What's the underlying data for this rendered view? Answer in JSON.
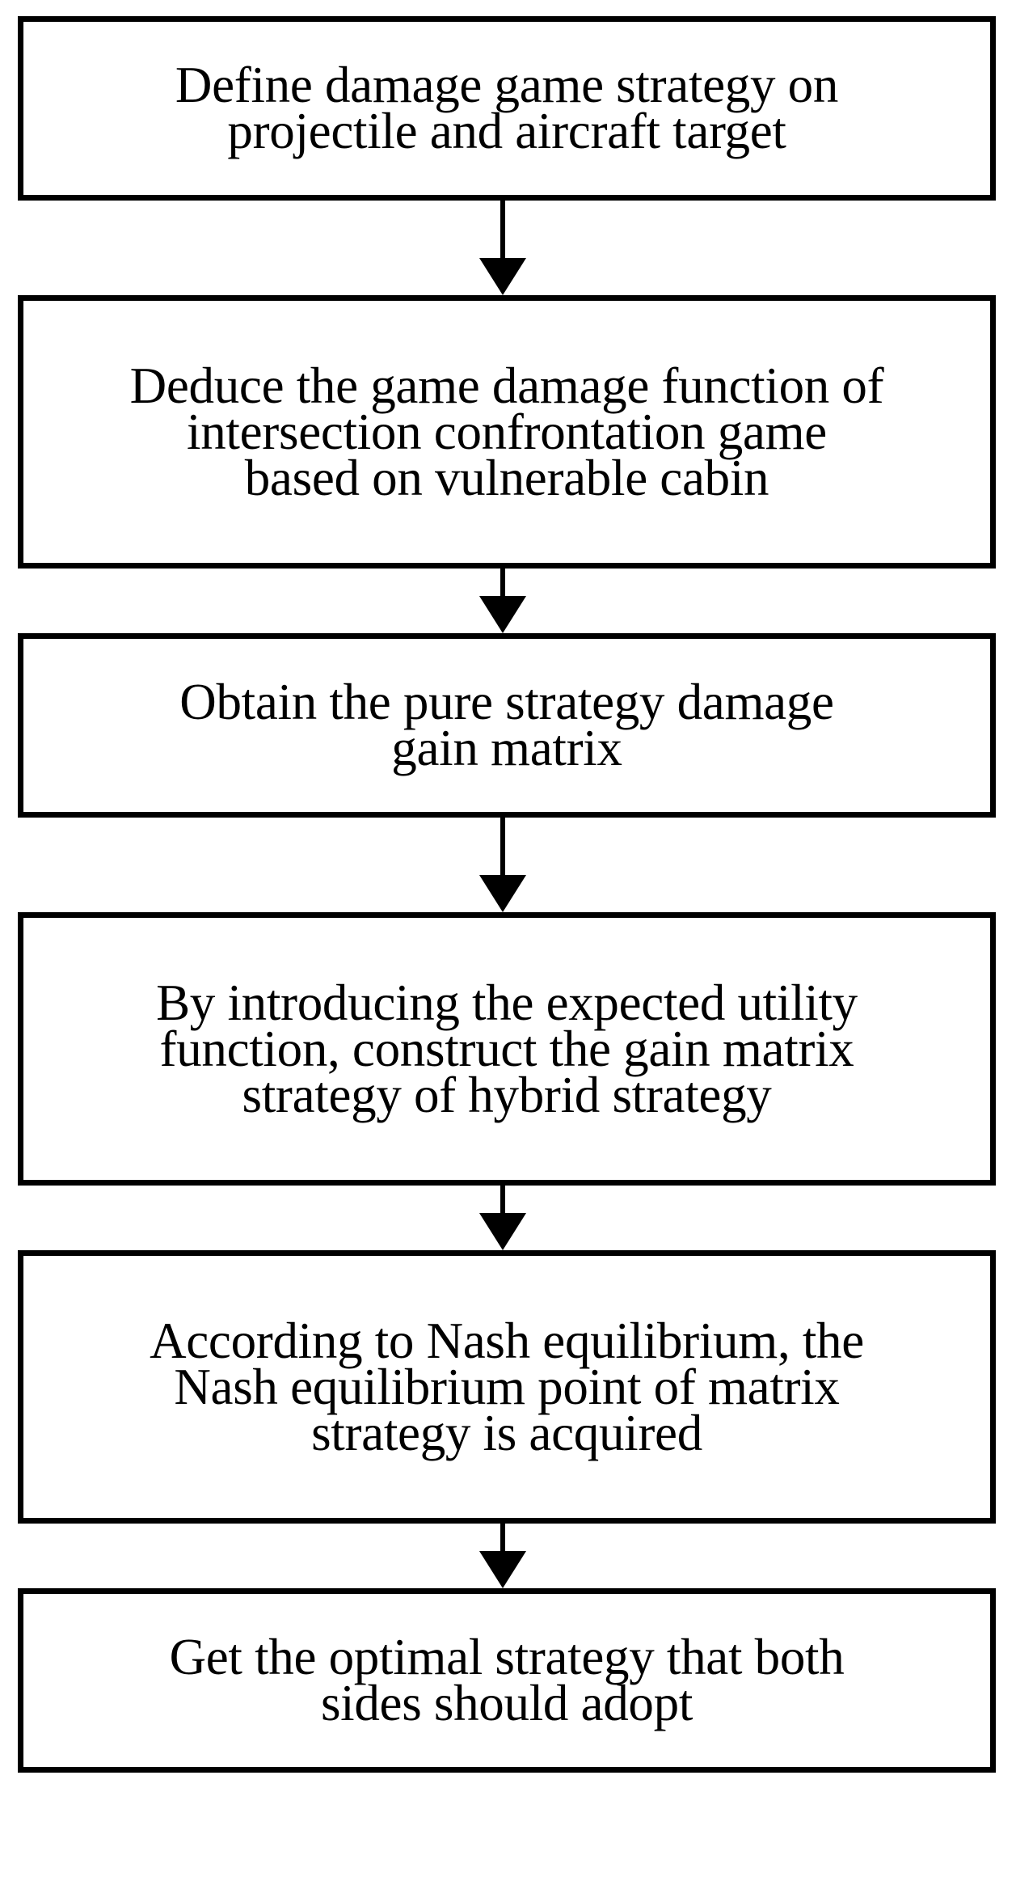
{
  "diagram": {
    "type": "flowchart",
    "orientation": "top-to-bottom",
    "background_color": "#ffffff",
    "border_color": "#000000",
    "text_color": "#000000",
    "nodes": [
      {
        "id": "node-1",
        "shape": "rectangle",
        "text": "Define damage game strategy on\nprojectile and aircraft target"
      },
      {
        "id": "node-2",
        "shape": "rectangle",
        "text": "Deduce the game damage function of\nintersection confrontation game\nbased on vulnerable cabin"
      },
      {
        "id": "node-3",
        "shape": "rectangle",
        "text": "Obtain the pure strategy damage\ngain matrix"
      },
      {
        "id": "node-4",
        "shape": "rectangle",
        "text": "By introducing the expected utility\nfunction, construct the gain matrix\nstrategy of hybrid strategy"
      },
      {
        "id": "node-5",
        "shape": "rectangle",
        "text": "According to Nash equilibrium, the\nNash equilibrium point of matrix\nstrategy is acquired"
      },
      {
        "id": "node-6",
        "shape": "rectangle",
        "text": "Get the optimal strategy that both\nsides should adopt"
      }
    ],
    "connectors": [
      {
        "id": "connector-1",
        "from": "node-1",
        "to": "node-2",
        "style": "solid-arrow-down"
      },
      {
        "id": "connector-2",
        "from": "node-2",
        "to": "node-3",
        "style": "solid-arrow-down"
      },
      {
        "id": "connector-3",
        "from": "node-3",
        "to": "node-4",
        "style": "solid-arrow-down"
      },
      {
        "id": "connector-4",
        "from": "node-4",
        "to": "node-5",
        "style": "solid-arrow-down"
      },
      {
        "id": "connector-5",
        "from": "node-5",
        "to": "node-6",
        "style": "solid-arrow-down"
      }
    ]
  }
}
